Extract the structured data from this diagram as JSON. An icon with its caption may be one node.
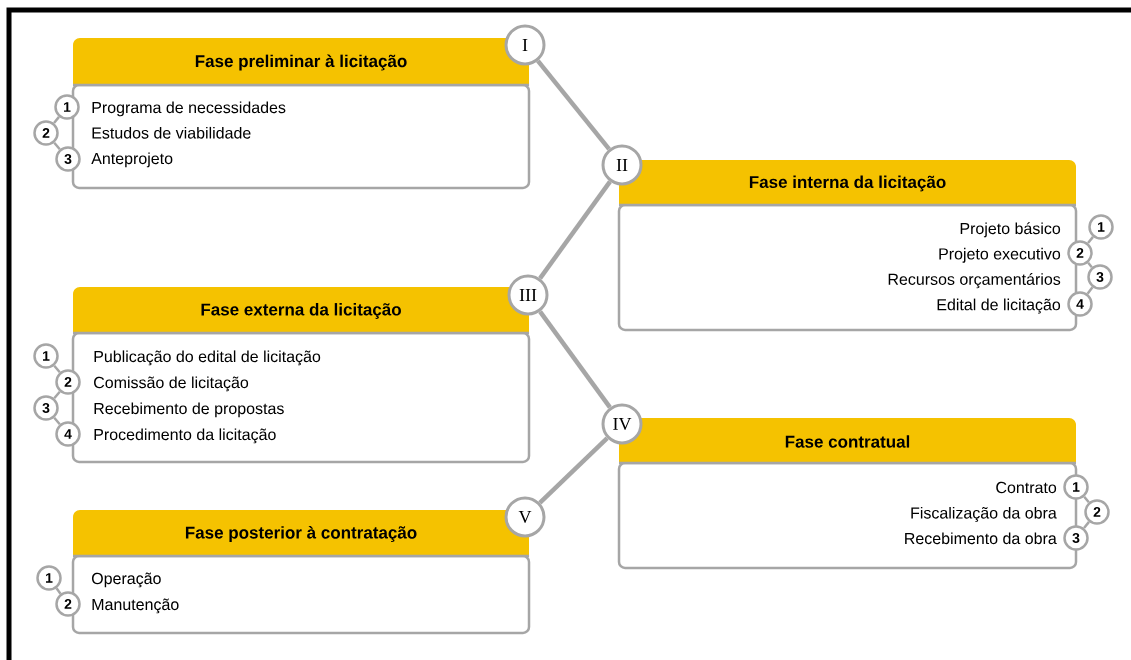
{
  "diagram": {
    "nodes": [
      {
        "text": [
          "Fase preliminar à licitação",
          "Programa de necessidades",
          "Estudos de viabilidade",
          "Anteprojeto"
        ]
      },
      {
        "text": [
          "I"
        ]
      },
      {
        "text": [
          "1"
        ]
      },
      {
        "text": [
          "2"
        ]
      },
      {
        "text": [
          "3"
        ]
      },
      {
        "text": [
          "II"
        ]
      },
      {
        "text": [
          "Fase interna da licitação",
          "Projeto básico",
          "Projeto executivo",
          "Recursos orçamentários",
          "Edital de licitação"
        ]
      },
      {
        "text": [
          "1"
        ]
      },
      {
        "text": [
          "2"
        ]
      },
      {
        "text": [
          "3"
        ]
      },
      {
        "text": [
          "4"
        ]
      },
      {
        "text": [
          "III"
        ]
      },
      {
        "text": [
          "Fase externa da licitação",
          "Publicação do edital de licitação",
          "Comissão de licitação",
          "Recebimento de propostas",
          "Procedimento da licitação"
        ]
      },
      {
        "text": [
          "1"
        ]
      },
      {
        "text": [
          "2"
        ]
      },
      {
        "text": [
          "3"
        ]
      },
      {
        "text": [
          "4"
        ]
      },
      {
        "text": [
          "IV"
        ]
      },
      {
        "text": [
          "Fase contratual",
          "Contrato",
          "Fiscalização da obra",
          "Recebimento da obra"
        ]
      },
      {
        "text": [
          "1"
        ]
      },
      {
        "text": [
          "2"
        ]
      },
      {
        "text": [
          "3"
        ]
      },
      {
        "text": [
          "V"
        ]
      },
      {
        "text": [
          "Fase posterior à contratação",
          "Operação",
          "Manutenção"
        ]
      },
      {
        "text": [
          "1"
        ]
      },
      {
        "text": [
          "2"
        ]
      }
    ],
    "edges": [
      {
        "from": 1,
        "to": 5,
        "arrow": "none",
        "style": "thick"
      },
      {
        "from": 5,
        "to": 11,
        "arrow": "none",
        "style": "thick"
      },
      {
        "from": 11,
        "to": 17,
        "arrow": "none",
        "style": "thick"
      },
      {
        "from": 17,
        "to": 22,
        "arrow": "none",
        "style": "thick"
      },
      {
        "from": 2,
        "to": 3,
        "arrow": "none"
      },
      {
        "from": 3,
        "to": 4,
        "arrow": "none"
      },
      {
        "from": 7,
        "to": 8,
        "arrow": "none"
      },
      {
        "from": 8,
        "to": 9,
        "arrow": "none"
      },
      {
        "from": 9,
        "to": 10,
        "arrow": "none"
      },
      {
        "from": 13,
        "to": 14,
        "arrow": "none"
      },
      {
        "from": 14,
        "to": 15,
        "arrow": "none"
      },
      {
        "from": 15,
        "to": 16,
        "arrow": "none"
      },
      {
        "from": 19,
        "to": 20,
        "arrow": "none"
      },
      {
        "from": 20,
        "to": 21,
        "arrow": "none"
      },
      {
        "from": 24,
        "to": 25,
        "arrow": "none"
      }
    ]
  }
}
